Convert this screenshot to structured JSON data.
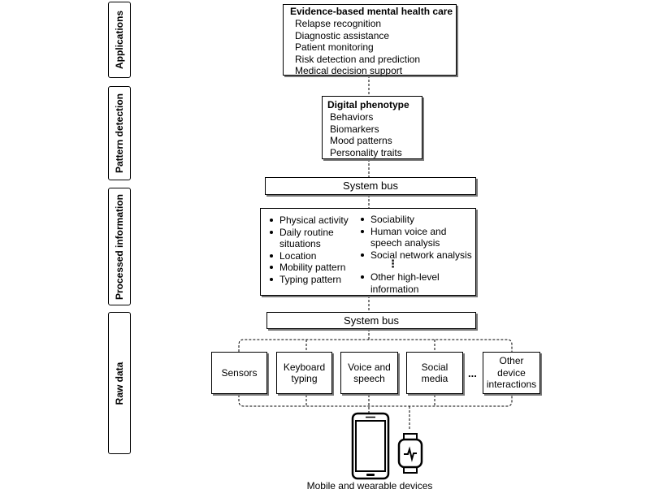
{
  "layers": {
    "applications": "Applications",
    "pattern_detection": "Pattern detection",
    "processed_information": "Processed information",
    "raw_data": "Raw data"
  },
  "applications_box": {
    "title": "Evidence-based mental health care",
    "items": [
      "Relapse recognition",
      "Diagnostic assistance",
      "Patient monitoring",
      "Risk detection and prediction",
      "Medical decision support"
    ]
  },
  "phenotype_box": {
    "title": "Digital phenotype",
    "items": [
      "Behaviors",
      "Biomarkers",
      "Mood patterns",
      "Personality traits"
    ]
  },
  "system_bus_label": "System bus",
  "processed_box": {
    "left_items": [
      "Physical activity",
      "Daily routine situations",
      "Location",
      "Mobility pattern",
      "Typing pattern"
    ],
    "right_items": [
      "Sociability",
      "Human voice and speech analysis",
      "Social network analysis",
      "Other high-level information"
    ],
    "ellipsis": "⋮"
  },
  "raw_sources": [
    "Sensors",
    "Keyboard typing",
    "Voice and speech",
    "Social media",
    "Other device interactions"
  ],
  "raw_ellipsis": "...",
  "devices_label": "Mobile and wearable devices",
  "icons": {
    "phone": "smartphone-icon",
    "watch": "smartwatch-icon"
  }
}
